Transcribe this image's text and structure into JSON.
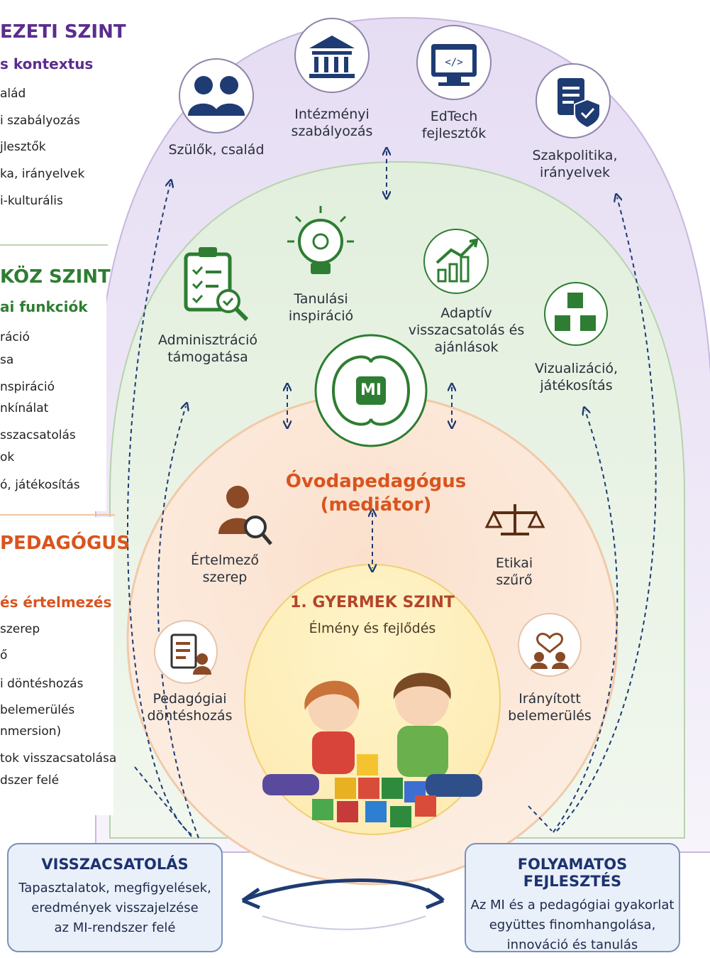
{
  "side_panel": {
    "org_title": "EZETI SZINT",
    "org_subtitle": "s kontextus",
    "org_items": [
      "alád",
      "i szabályozás",
      "jlesztők",
      "ka, irányelvek",
      "i-kulturális"
    ],
    "tool_title": "KÖZ SZINT",
    "tool_subtitle": "ai funkciók",
    "tool_items": [
      "ráció",
      "sa",
      "nspiráció",
      "nkínálat",
      "sszacsatolás",
      "ok",
      "ó, játékosítás"
    ],
    "ped_title": "PEDAGÓGUS",
    "ped_subtitle": "és értelmezés",
    "ped_items": [
      "szerep",
      "ő",
      "i döntéshozás",
      "belemerülés",
      "nmersion)",
      "tok visszacsatolása",
      "dszer felé"
    ]
  },
  "outer_nodes": {
    "parents": "Szülők, család",
    "institution": "Intézményi szabályozás",
    "edtech": "EdTech fejlesztők",
    "policy": "Szakpolitika, irányelvek"
  },
  "tool_nodes": {
    "admin": "Adminisztráció támogatása",
    "inspiration": "Tanulási inspiráció",
    "adaptive": "Adaptív visszacsatolás és ajánlások",
    "visualization": "Vizualizáció, játékosítás",
    "ai_badge": "MI"
  },
  "teacher": {
    "title": "Óvodapedagógus (mediátor)",
    "interpret": "Értelmező szerep",
    "ethics": "Etikai szűrő",
    "decision": "Pedagógiai döntéshozás",
    "immersion": "Irányított belemerülés"
  },
  "child": {
    "title": "1. GYERMEK SZINT",
    "subtitle": "Élmény és fejlődés"
  },
  "feedback_box": {
    "title": "VISSZACSATOLÁS",
    "line1": "Tapasztalatok, megfigyelések,",
    "line2": "eredmények visszajelzése",
    "line3": "az MI-rendszer felé"
  },
  "development_box": {
    "title": "FOLYAMATOS FEJLESZTÉS",
    "line1": "Az MI és a pedagógiai gyakorlat",
    "line2": "együttes finomhangolása,",
    "line3": "innováció és tanulás"
  },
  "colors": {
    "org": "#5b2d8e",
    "tool": "#2e7d32",
    "teacher": "#d9541e",
    "navy": "#1d3370",
    "icon_blue": "#1f3b73",
    "icon_green": "#2e7d32"
  }
}
